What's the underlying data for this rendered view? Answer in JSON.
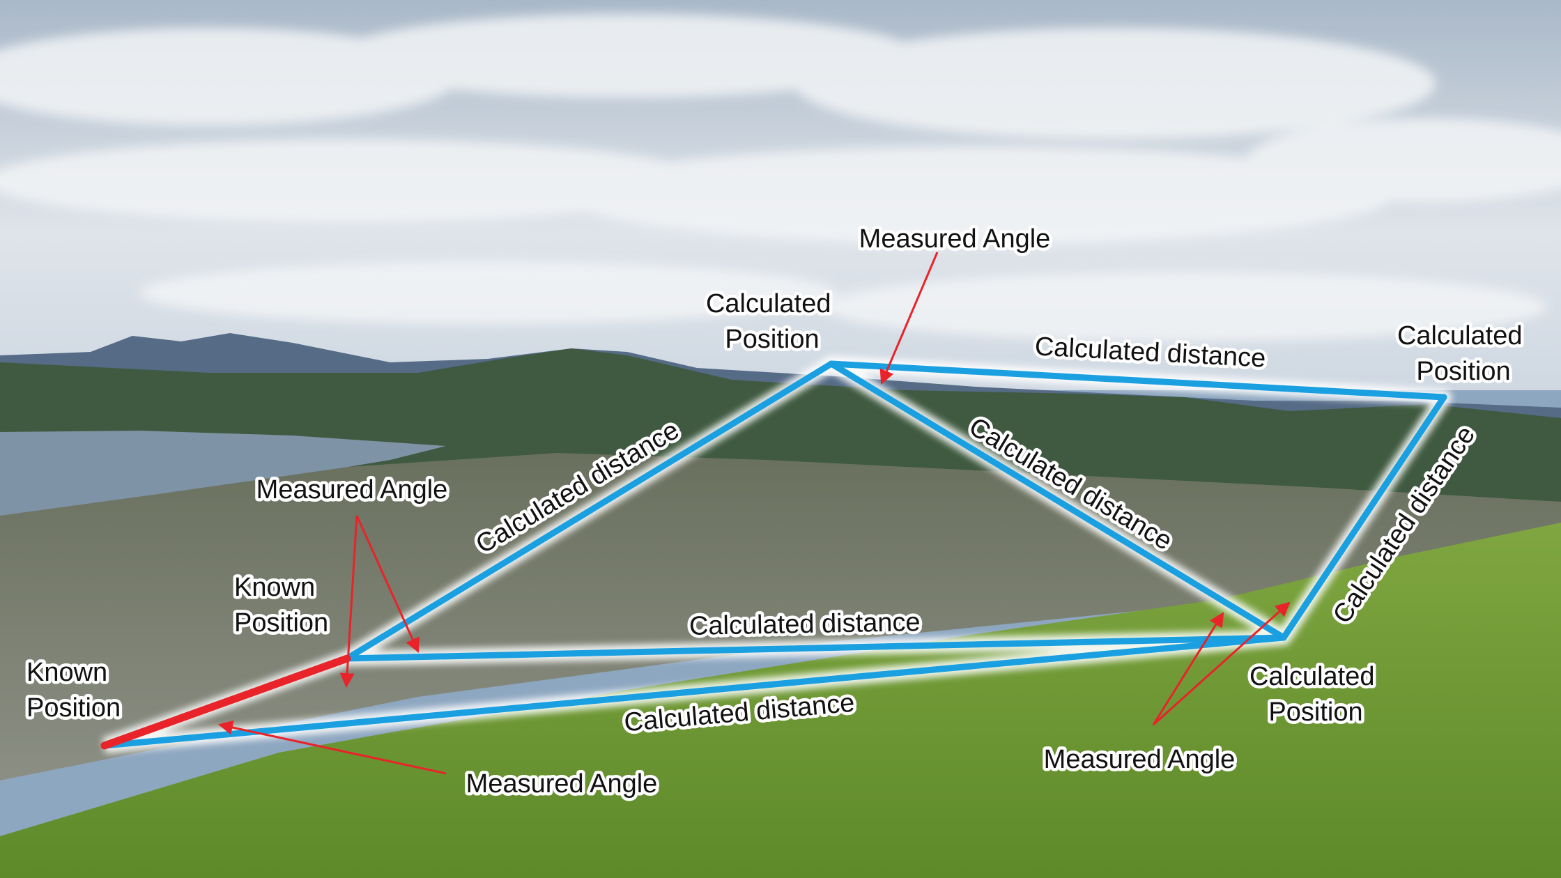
{
  "colors": {
    "traverse_line": "#1aa0e0",
    "known_baseline": "#e8232a",
    "arrow": "#e8232a",
    "label_halo": "#ffffff"
  },
  "labels": {
    "measured_angle_top": "Measured Angle",
    "measured_angle_left": "Measured Angle",
    "measured_angle_bottom": "Measured Angle",
    "measured_angle_right": "Measured Angle",
    "calc_position_top": [
      "Calculated",
      "Position"
    ],
    "calc_position_right": [
      "Calculated",
      "Position"
    ],
    "calc_position_bottom": [
      "Calculated",
      "Position"
    ],
    "known_position_upper": [
      "Known",
      "Position"
    ],
    "known_position_lower": [
      "Known",
      "Position"
    ],
    "calc_distance_top": "Calculated distance",
    "calc_distance_left_diag": "Calculated distance",
    "calc_distance_mid_diag": "Calculated distance",
    "calc_distance_right_diag": "Calculated distance",
    "calc_distance_middle": "Calculated distance",
    "calc_distance_lower": "Calculated distance"
  }
}
